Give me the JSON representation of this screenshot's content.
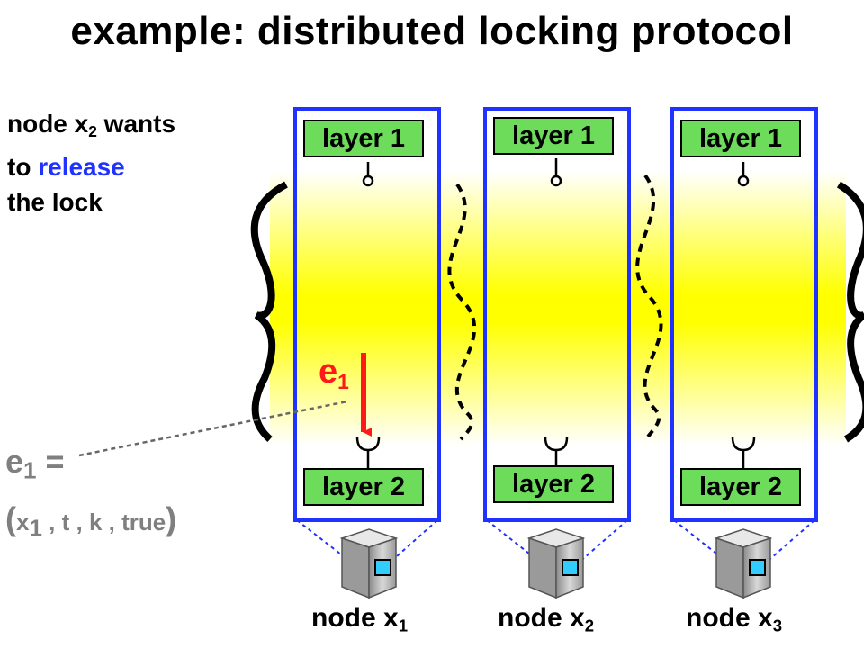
{
  "title": "example: distributed locking protocol",
  "description": {
    "line1_prefix": "node x",
    "line1_sub": "2",
    "line1_suffix": " wants",
    "line2_prefix": "to ",
    "line2_highlight": "release",
    "line3": "the lock"
  },
  "event": {
    "label": "e",
    "label_sub": "1",
    "definition": {
      "name": "e",
      "name_sub": "1",
      "equals": " =",
      "open": "(",
      "arg1": "x",
      "arg1_sub": "1",
      "arg2": "t",
      "arg3": "k",
      "arg4": "true",
      "sep": " , ",
      "close": ")"
    }
  },
  "nodes": [
    {
      "layer1": "layer 1",
      "layer2": "layer 2",
      "label": "node x",
      "label_sub": "1"
    },
    {
      "layer1": "layer 1",
      "layer2": "layer 2",
      "label": "node x",
      "label_sub": "2"
    },
    {
      "layer1": "layer 1",
      "layer2": "layer 2",
      "label": "node x",
      "label_sub": "3"
    }
  ],
  "colors": {
    "frame_border": "#1f32ff",
    "layer_fill": "#6cdc5a",
    "band_yellow": "#ffff00",
    "event_arrow": "#ff1a1a",
    "highlight_text": "#1f32ff",
    "definition_text": "#7f7f7f",
    "server_screen": "#33ccff"
  },
  "icons": [
    "server-icon",
    "event-arrow",
    "socket-icon",
    "plug-icon",
    "wavy-separator",
    "brace"
  ]
}
